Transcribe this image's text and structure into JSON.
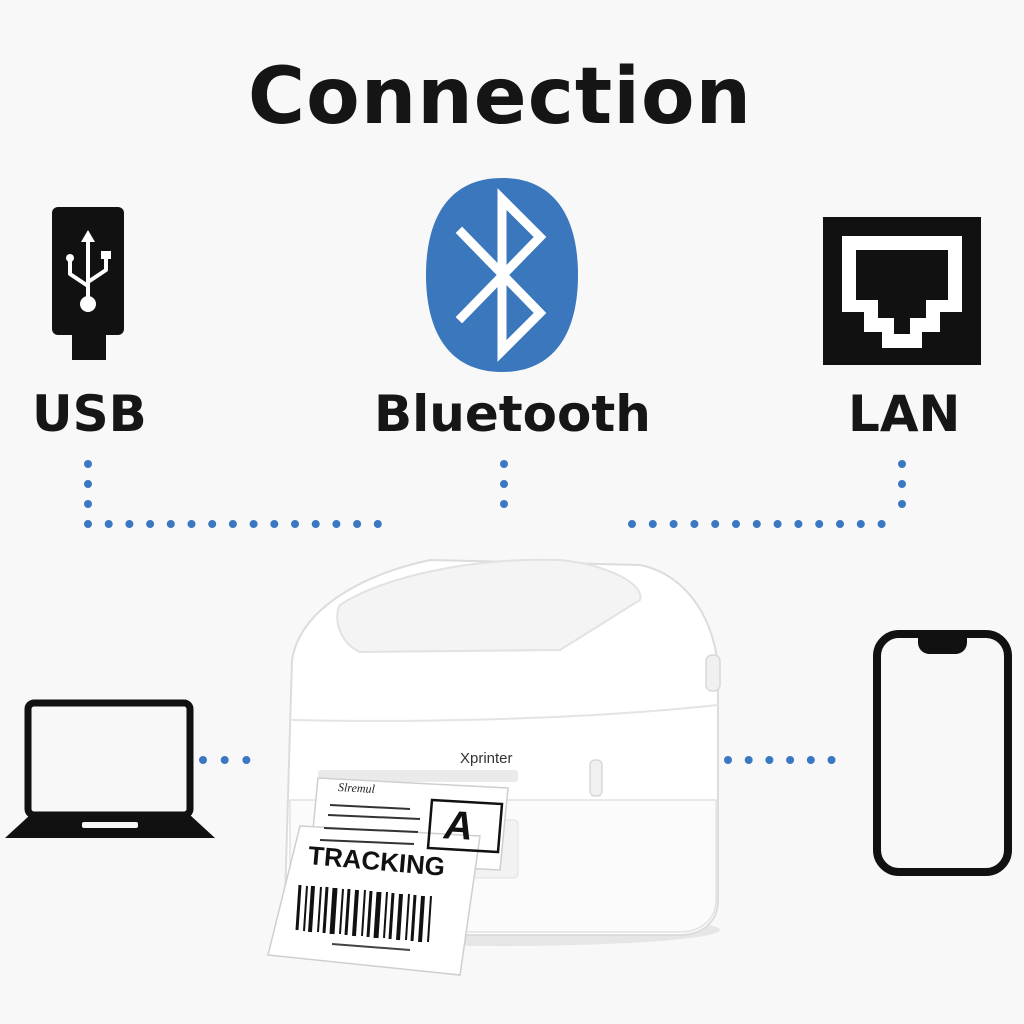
{
  "title": "Connection",
  "connections": [
    {
      "label": "USB",
      "icon": "usb-icon"
    },
    {
      "label": "Bluetooth",
      "icon": "bluetooth-icon"
    },
    {
      "label": "LAN",
      "icon": "ethernet-port-icon"
    }
  ],
  "devices": [
    {
      "icon": "laptop-icon"
    },
    {
      "icon": "smartphone-icon"
    }
  ],
  "printer": {
    "brand": "Xprinter",
    "label": {
      "sort_code": "A",
      "tracking_text": "TRACKING",
      "header_line": "Slremul"
    }
  },
  "colors": {
    "accent_blue": "#3a78c2",
    "bluetooth_blue": "#3a77bd",
    "icon_black": "#111111",
    "background": "#f8f8f8"
  }
}
